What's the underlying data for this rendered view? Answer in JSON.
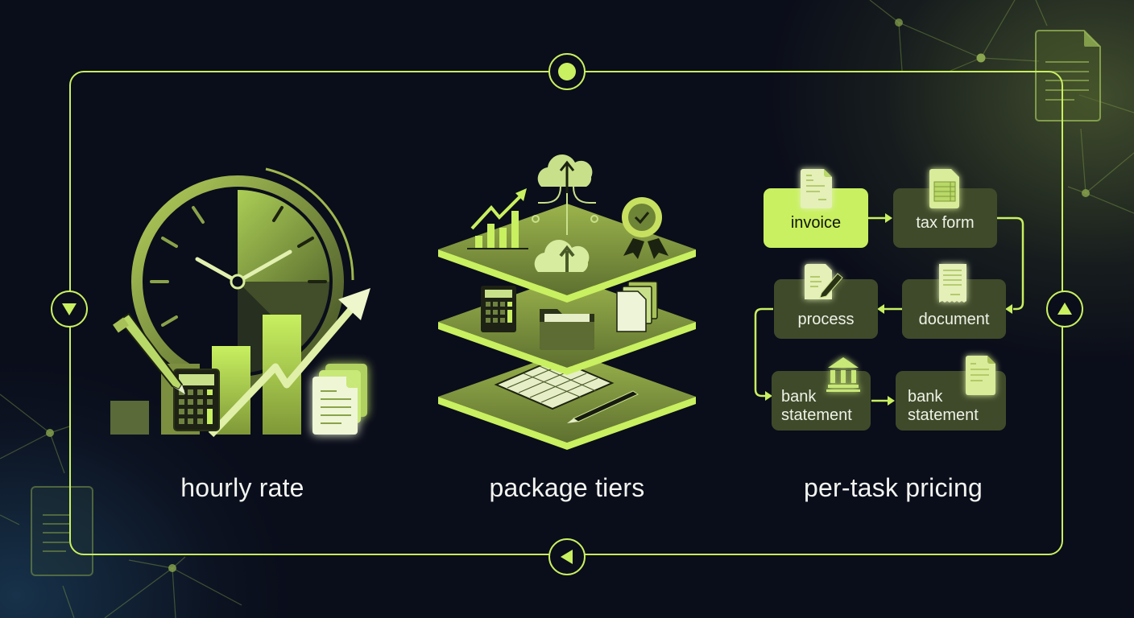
{
  "colors": {
    "background": "#0a0d1a",
    "accent": "#c8f060",
    "node_fill": "#3f4a2a",
    "text": "#f2f4f0"
  },
  "navigation": {
    "top": {
      "icon": "dot-icon"
    },
    "left": {
      "icon": "triangle-down-icon"
    },
    "right": {
      "icon": "triangle-up-icon"
    },
    "bottom": {
      "icon": "triangle-left-icon"
    }
  },
  "panels": [
    {
      "caption": "hourly rate",
      "illustration": [
        "clock-icon",
        "bar-chart-icon",
        "trend-arrow-icon",
        "pencil-icon",
        "calculator-icon",
        "document-stack-icon"
      ]
    },
    {
      "caption": "package tiers",
      "tiers": [
        {
          "level": "top",
          "icons": [
            "growth-chart-icon",
            "cloud-upload-icon",
            "award-badge-icon"
          ]
        },
        {
          "level": "middle",
          "icons": [
            "calculator-icon",
            "folder-icon",
            "documents-icon"
          ]
        },
        {
          "level": "bottom",
          "icons": [
            "ledger-notebook-icon",
            "pen-icon"
          ]
        }
      ]
    },
    {
      "caption": "per-task pricing",
      "flow": [
        {
          "label": "invoice",
          "icon": "invoice-document-icon",
          "active": true
        },
        {
          "label": "tax form",
          "icon": "tax-form-icon",
          "active": false
        },
        {
          "label": "document",
          "icon": "receipt-icon",
          "active": false
        },
        {
          "label": "process",
          "icon": "edit-document-icon",
          "active": false
        },
        {
          "label_line1": "bank",
          "label_line2": "statement",
          "icon": "bank-icon",
          "active": false
        },
        {
          "label_line1": "bank",
          "label_line2": "statement",
          "icon": "document-icon",
          "active": false
        }
      ]
    }
  ],
  "decor": {
    "corner_documents": [
      "document-outline-icon",
      "document-outline-icon"
    ],
    "network": "network-lines"
  }
}
